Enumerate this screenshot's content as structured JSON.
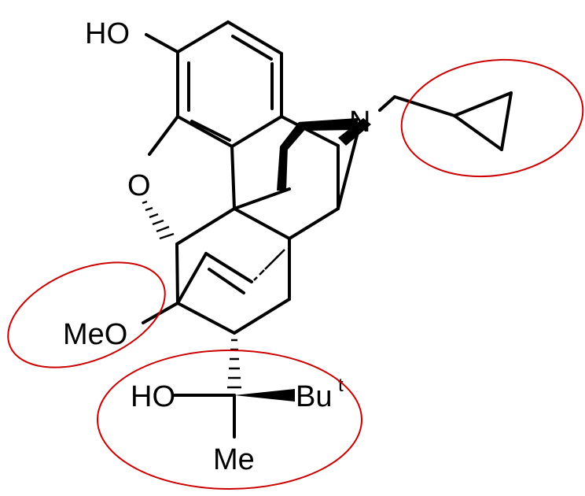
{
  "labels": {
    "ho_top": "HO",
    "o_bridge": "O",
    "n_amine": "N",
    "meo": "MeO",
    "ho_side": "HO",
    "bu": "Bu",
    "bu_sup": "t",
    "me": "Me"
  },
  "colors": {
    "bond": "#000000",
    "highlight": "#cc0000"
  }
}
